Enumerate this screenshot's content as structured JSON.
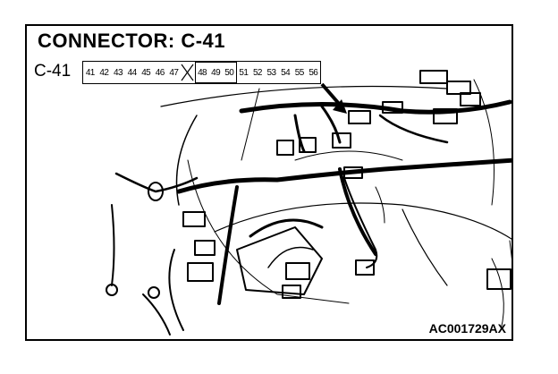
{
  "title": "CONNECTOR: C-41",
  "connector": {
    "label": "C-41",
    "pins": [
      "41",
      "42",
      "43",
      "44",
      "45",
      "46",
      "47",
      "",
      "48",
      "49",
      "50",
      "51",
      "52",
      "53",
      "54",
      "55",
      "56"
    ],
    "empty_cavity_index": 7
  },
  "reference_code": "AC001729AX"
}
